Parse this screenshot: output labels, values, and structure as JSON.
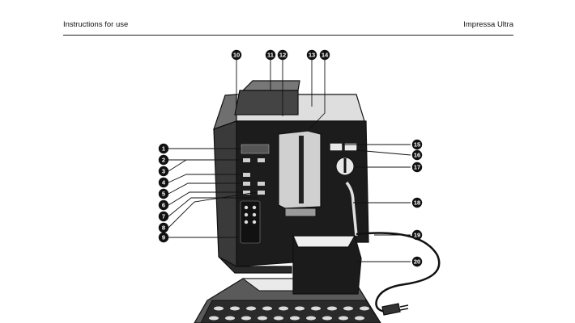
{
  "header": {
    "left": "Instructions for use",
    "right": "Impressa Ultra"
  },
  "figure": {
    "callouts_top": [
      "10",
      "11",
      "12",
      "13",
      "14"
    ],
    "callouts_left": [
      "1",
      "2",
      "3",
      "4",
      "5",
      "6",
      "7",
      "8",
      "9"
    ],
    "callouts_right": [
      "15",
      "16",
      "17",
      "18",
      "19",
      "20"
    ]
  }
}
